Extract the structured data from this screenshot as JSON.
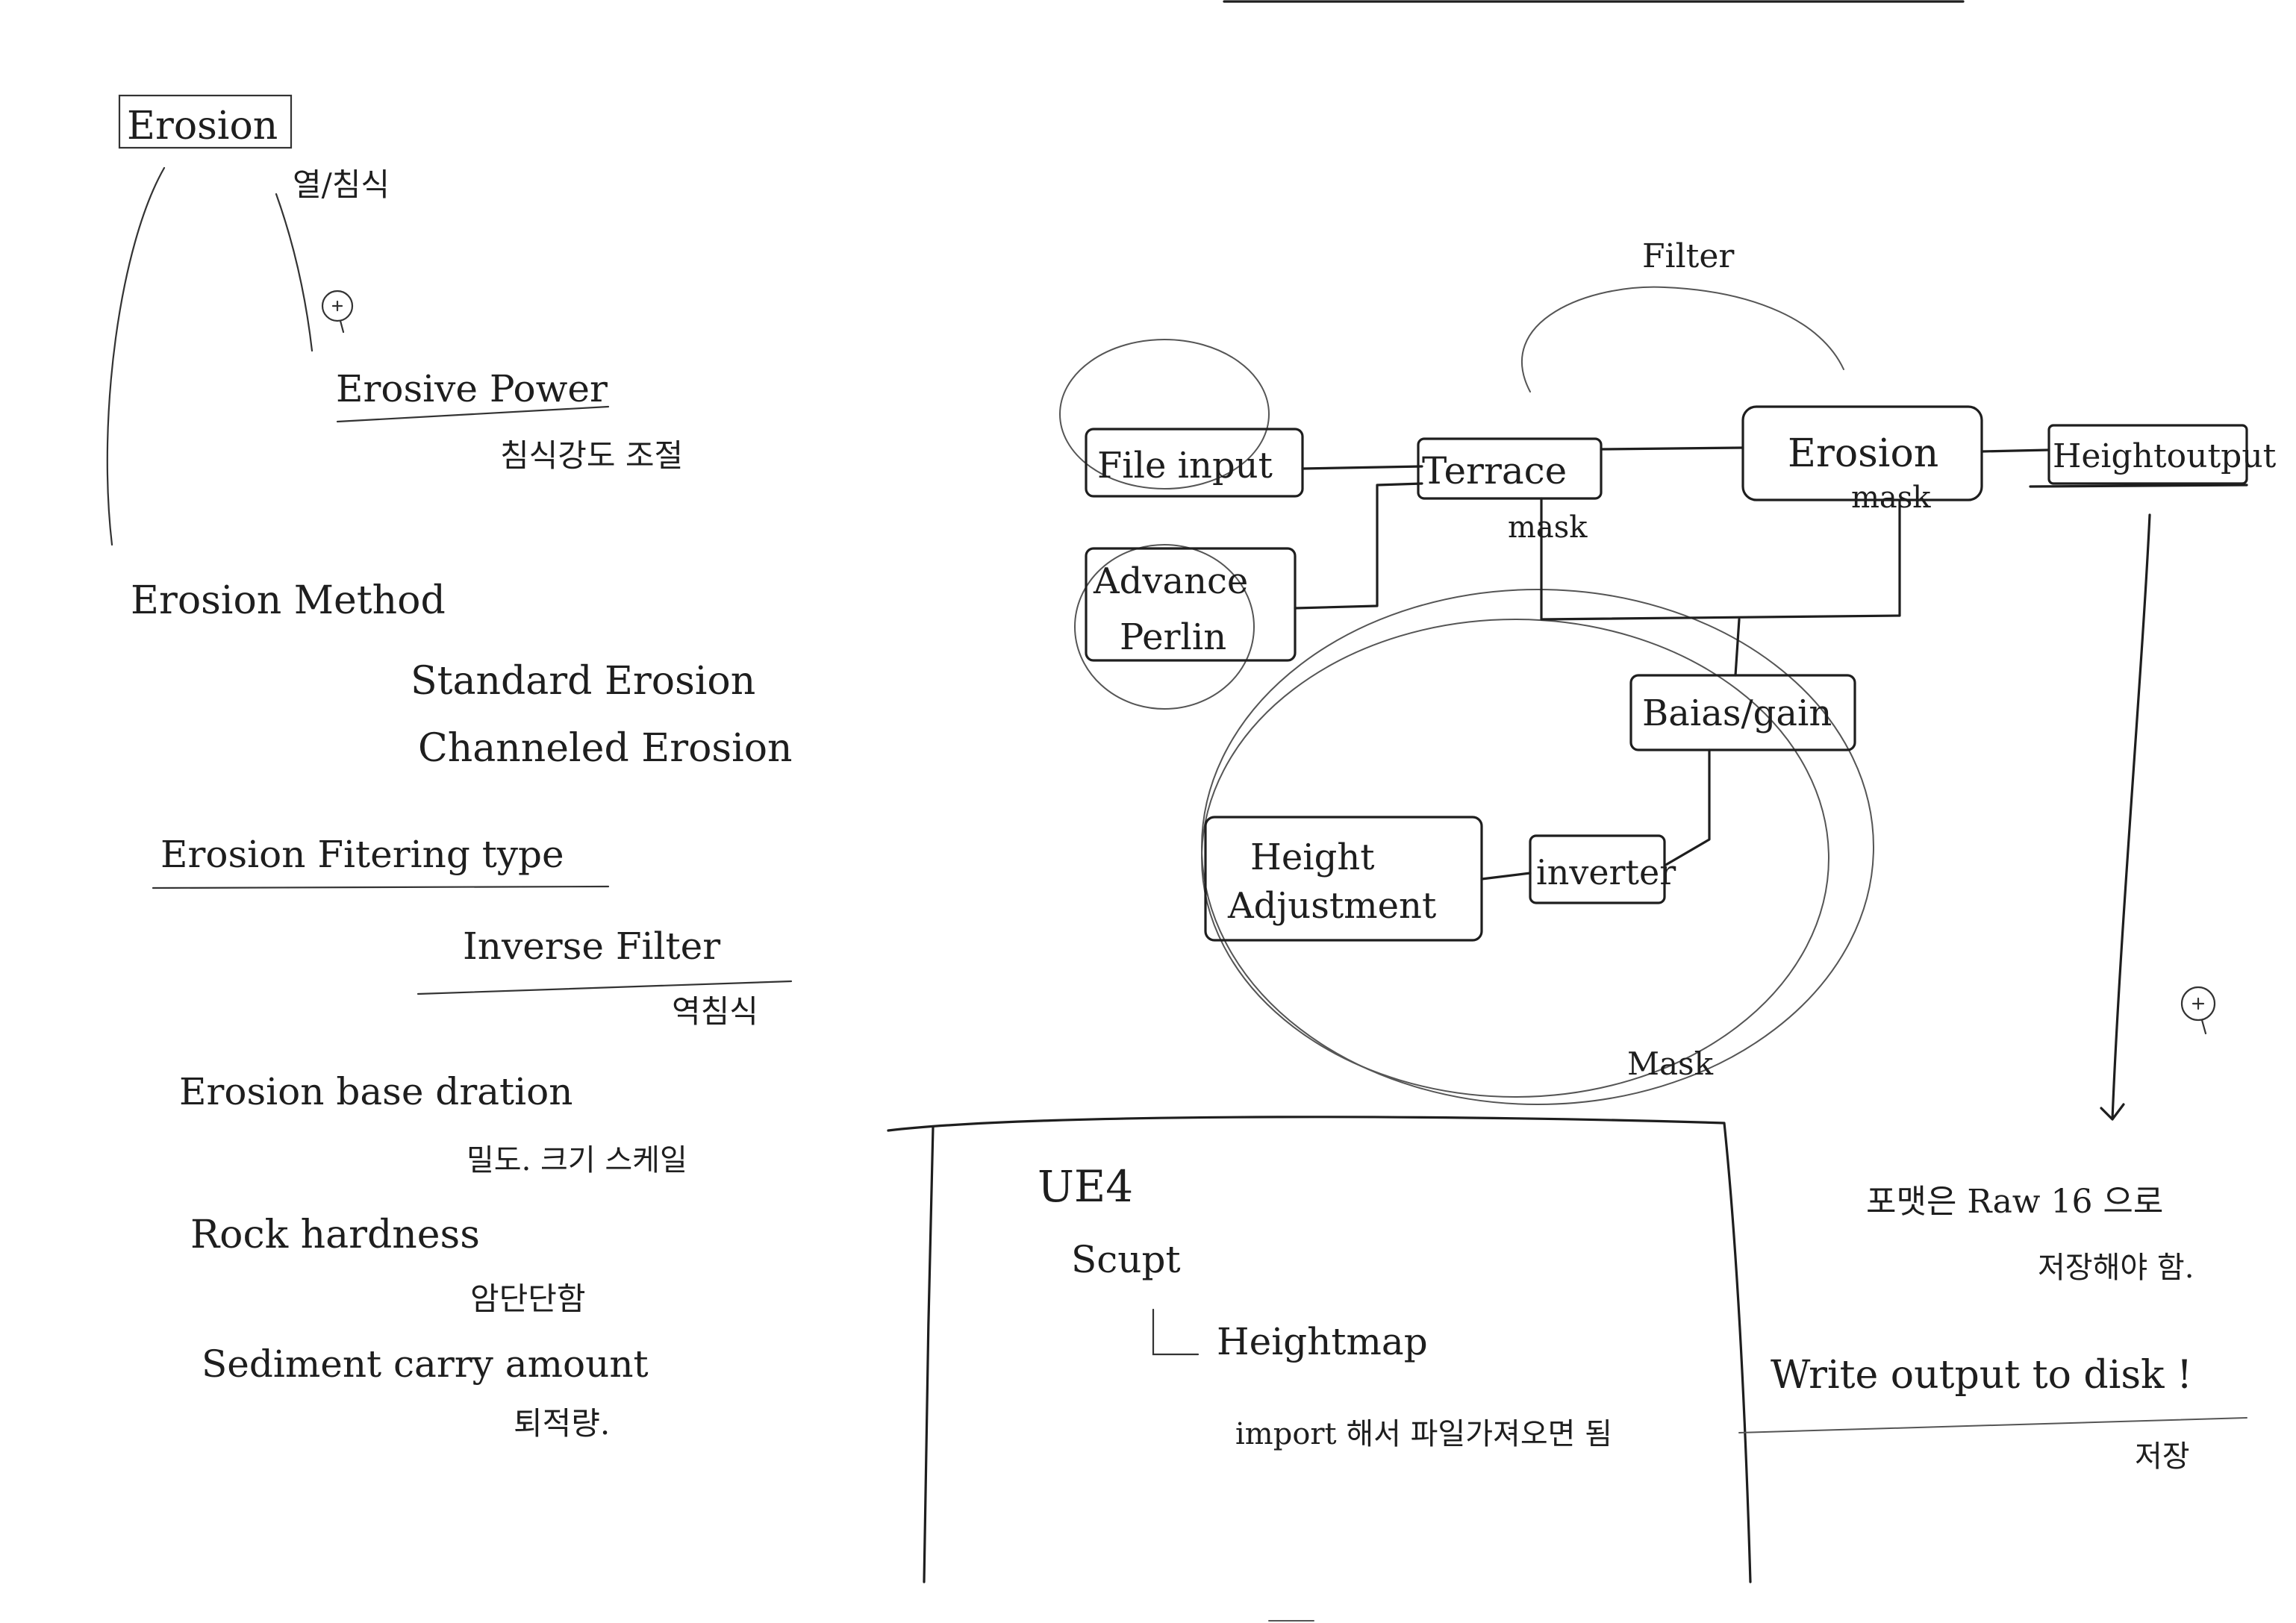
{
  "colors": {
    "paper": "#ffffff",
    "ink": "#1e1e1e"
  },
  "notes": {
    "erosion_title": "Erosion",
    "erosion_korean": "열/침식",
    "erosive_power": "Erosive Power",
    "erosive_power_korean": "침식강도 조절",
    "erosion_method": "Erosion Method",
    "standard_erosion": "Standard Erosion",
    "channeled_erosion": "Channeled Erosion",
    "filtering_type": "Erosion Fitering type",
    "inverse_filter": "Inverse Filter",
    "inverse_filter_korean": "역침식",
    "base_duration": "Erosion base dration",
    "base_duration_korean": "밀도. 크기 스케일",
    "rock_hardness": "Rock hardness",
    "rock_hardness_korean": "암단단함",
    "sediment": "Sediment carry amount",
    "sediment_korean": "퇴적량."
  },
  "graph": {
    "filter_label": "Filter",
    "nodes": {
      "file_input": "File input",
      "advance_perlin_1": "Advance",
      "advance_perlin_2": "Perlin",
      "terrace": "Terrace",
      "erosion": "Erosion",
      "height_output": "Heightoutput",
      "bias_gain": "Baias/gain",
      "height_adjustment_1": "Height",
      "height_adjustment_2": "Adjustment",
      "inverter": "inverter"
    },
    "mask_labels": [
      "mask",
      "mask",
      "Mask"
    ]
  },
  "ue4_box": {
    "line1": "UE4",
    "line2": "Scupt",
    "line3": "Heightmap",
    "line4": "import 해서 파일가져오면 됨"
  },
  "output_notes": {
    "format_line": "포맷은 Raw 16 으로",
    "format_line2": "저장해야 함.",
    "write_output": "Write output to disk !",
    "write_output_korean": "저장"
  }
}
